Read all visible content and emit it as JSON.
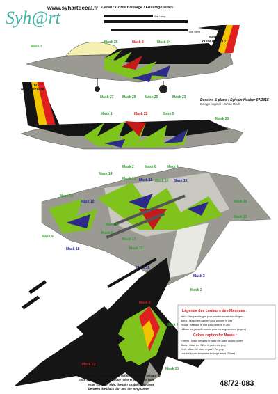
{
  "brand": {
    "logo_text": "Syh@rt",
    "url": "www.syhartdecal.fr"
  },
  "header": {
    "detail": "Détail : Côtés fuselage / Fuselage sides"
  },
  "small_tags": [
    "Aile / wing",
    "Aile / wing"
  ],
  "masks": {
    "m7a": "Mask 7",
    "m26": "Mask 26",
    "m8a": "Mask 8",
    "m24": "Mask 24",
    "m27": "Mask 27",
    "m28": "Mask 28",
    "m25a": "Mask 25",
    "m23a": "Mask 23",
    "m1": "Mask 1",
    "m22a": "Mask 22",
    "m5": "Mask 5",
    "m21a": "Mask 21",
    "m2": "Mask 2",
    "m6": "Mask 6",
    "m4": "Mask 4",
    "m14": "Mask 14",
    "m20a": "Mask 20",
    "m15": "Mask 15",
    "m16": "Mask 16",
    "m19a": "Mask 19",
    "m20b": "Mask 20",
    "m19b": "Mask 19",
    "m25b": "Mask 25",
    "m23b": "Mask 23",
    "m11": "Mask 11",
    "m9a": "Mask 9",
    "m17": "Mask 17",
    "m9b": "Mask 9",
    "m10": "Mask 10",
    "m18a": "Mask 18",
    "m18b": "Mask 18",
    "m3": "Mask 3",
    "m2b": "Mask 2",
    "m8b": "Mask 8",
    "m7b": "Mask 7",
    "m22b": "Mask 22",
    "m21b": "Mask 21"
  },
  "callouts": {
    "m13_a": "Mask 13",
    "m13_b": "ou/or decal 10",
    "m12_a": "Mask 12",
    "m12_b": "ou/or decal 38"
  },
  "credits": {
    "line1": "Dessins & plans : Sylvain Hautier 07/2015",
    "line2": "Design original : Johan Wolfs"
  },
  "legend": {
    "title_fr": "Légende des couleurs des Masques :",
    "lines_fr": [
      "Vert : Masquent le gris pour peindre le noir et/ou Argent",
      "Bleus : Masquent l'argent pour peindre le gris",
      "Rouge : Masque le noir pour peindre le gris",
      "Utilisez les gabarits fournis pour les larges zones (argent)"
    ],
    "title_en": "Colors caption for Masks :",
    "lines_en": [
      "Greens : Mask the grey to paint the black and/or Silver",
      "Blues : Mask the Silver to paint the grey",
      "Red : Mask the black to paint the grey",
      "Use the joined templates for large areas (Silver)"
    ]
  },
  "notes": {
    "fr_1": "Notez : de chaque coté, la fine zone grise suivant un",
    "fr_2": "tracé rectiligne entre la flèque noire et le coin de l'aile",
    "en_1": "Note : on both side, the thin straight grey area",
    "en_2": "between the black dart and the wing corner"
  },
  "product_code": "48/72-083",
  "colors": {
    "grey": "#9a9a92",
    "black": "#151515",
    "green": "#7fc31c",
    "blue": "#2d2a8c",
    "red": "#c41a1a",
    "yellow": "#f2c400",
    "belgian_red": "#e02020",
    "label_green": "#2e9e2e",
    "label_red": "#d02020",
    "label_blue": "#2222aa",
    "logo_teal": "#3bb3a8"
  }
}
